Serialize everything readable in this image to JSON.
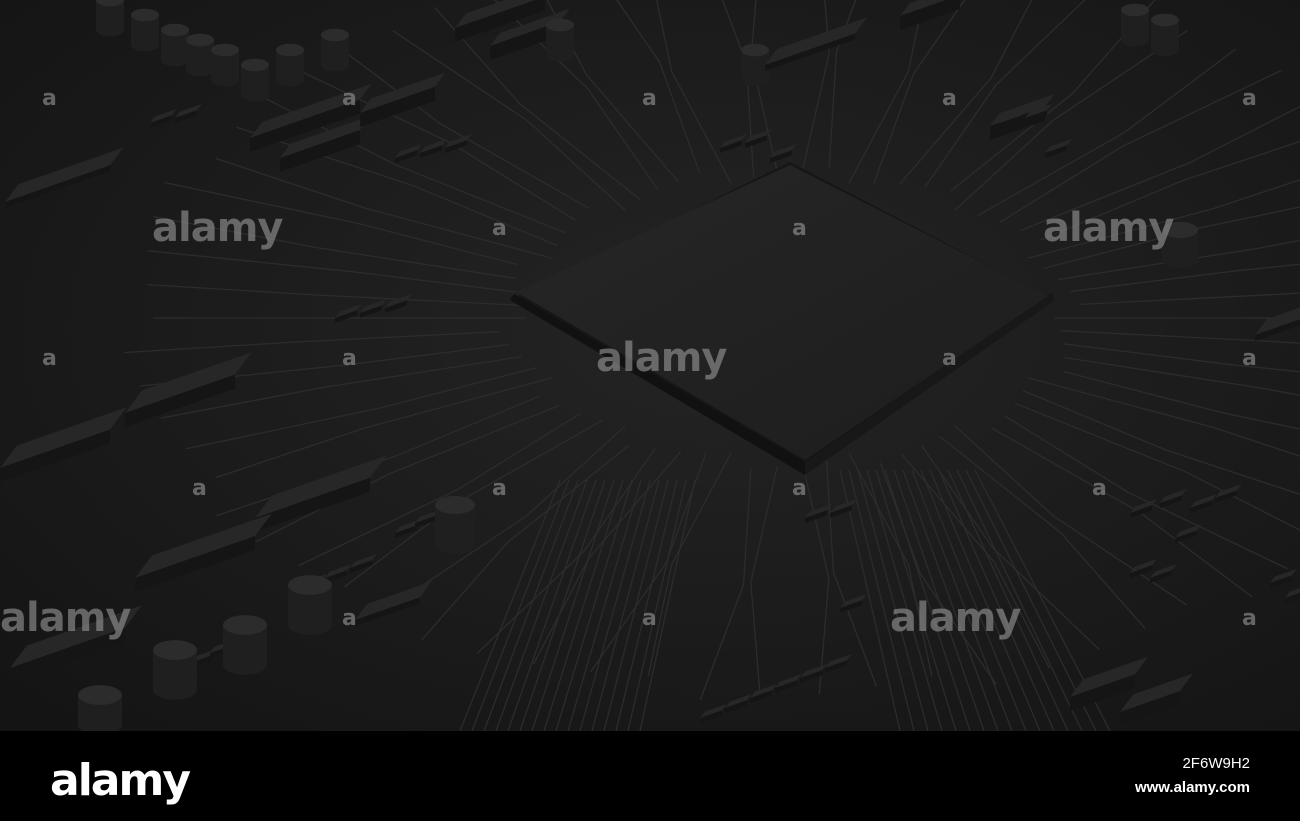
{
  "watermark": {
    "word": "alamy",
    "mark": "a"
  },
  "footer": {
    "logo": "alamy",
    "image_id": "2F6W9H2",
    "url": "www.alamy.com"
  },
  "colors": {
    "board": "#1c1c1c",
    "trace": "#2b2b2b",
    "component": "#262626",
    "chip_top": "#222222",
    "footer_bg": "#000000"
  }
}
